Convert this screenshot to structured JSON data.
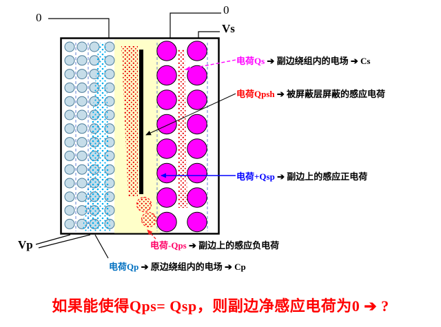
{
  "labels": {
    "zero_left": "0",
    "zero_right": "0",
    "vs": "Vs",
    "vp": "Vp"
  },
  "annotations": {
    "qs": {
      "charge": "电荷Qs",
      "desc": " ➔ 副边绕组内的电场 ➔ Cs"
    },
    "qpsh": {
      "charge": "电荷Qpsh",
      "desc": " ➔ 被屏蔽层屏蔽的感应电荷"
    },
    "qsp": {
      "charge": "电荷+Qsp",
      "desc": " ➔ 副边上的感应正电荷"
    },
    "qps": {
      "charge": "电荷-Qps",
      "desc": " ➔ 副边上的感应负电荷"
    },
    "qp": {
      "charge": "电荷Qp",
      "desc": " ➔ 原边绕组内的电场 ➔ Cp"
    }
  },
  "question": "如果能使得Qps= Qsp，则副边净感应电荷为0 ➔ ?",
  "colors": {
    "qs_charge": "#FF00FF",
    "qpsh_charge": "#FF0000",
    "qsp_charge": "#0000FF",
    "qps_charge": "#FF0066",
    "qp_charge": "#0070C0",
    "question_text": "#FF0000",
    "dielectric_bg": "#FFFFC9",
    "primary_turn_fill": "#C6DDE9",
    "secondary_turn_fill": "#FF00FF",
    "field_dots_red": "#E80000",
    "field_dots_cyan": "#00AEEF",
    "shield": "#000000"
  }
}
